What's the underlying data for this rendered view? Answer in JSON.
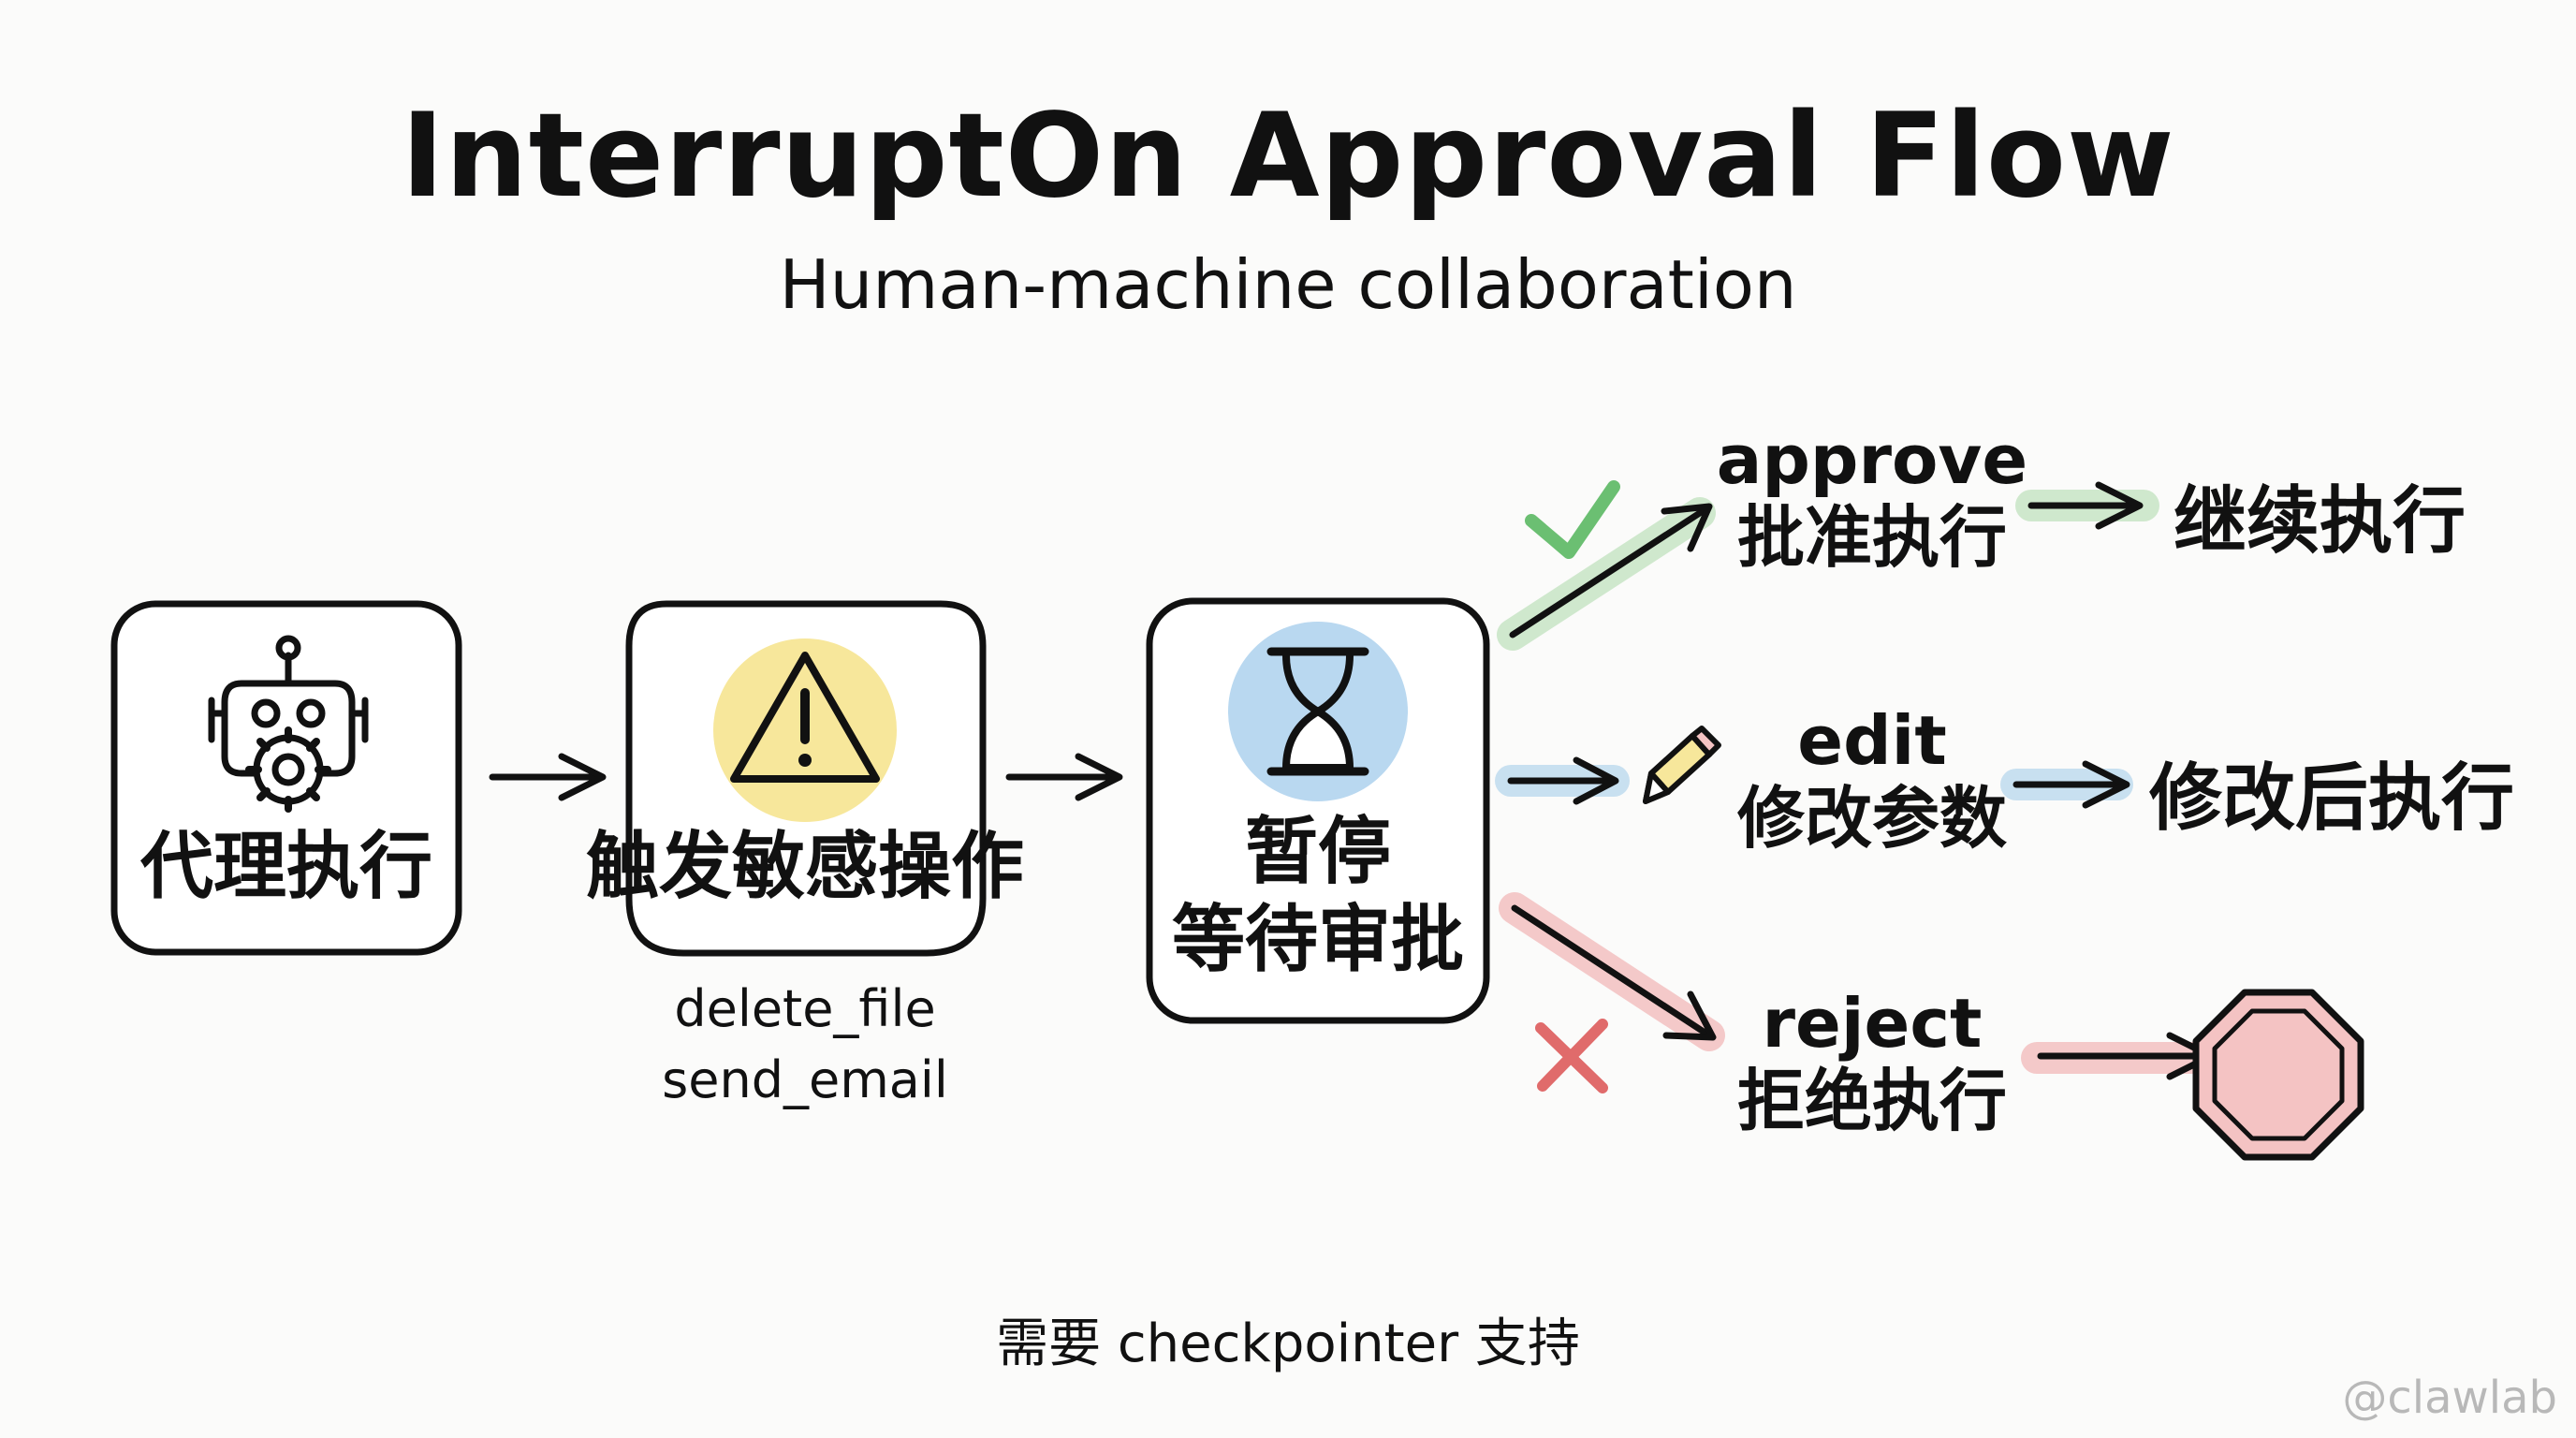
{
  "title": "InterruptOn Approval Flow",
  "subtitle": "Human-machine collaboration",
  "nodes": {
    "agent": {
      "label": "代理执行",
      "icon": "robot-gear-icon"
    },
    "trigger": {
      "label": "触发敏感操作",
      "icon": "warning-icon",
      "operations": [
        "delete_file",
        "send_email"
      ]
    },
    "pause": {
      "label_line1": "暂停",
      "label_line2": "等待审批",
      "icon": "hourglass-icon"
    }
  },
  "branches": {
    "approve": {
      "en": "approve",
      "cn": "批准执行",
      "result": "继续执行",
      "icon": "checkmark-icon",
      "color": "#6bbf72",
      "highlight": "#cfe8cd"
    },
    "edit": {
      "en": "edit",
      "cn": "修改参数",
      "result": "修改后执行",
      "icon": "pencil-icon",
      "color": "#8cc1e4",
      "highlight": "#c8e0f0"
    },
    "reject": {
      "en": "reject",
      "cn": "拒绝执行",
      "icon": "x-icon",
      "result_icon": "stop-sign-icon",
      "color": "#e06b6b",
      "highlight": "#f4c9c9"
    }
  },
  "footer": "需要 checkpointer 支持",
  "watermark": "@clawlab",
  "colors": {
    "warning": "#f7e79b",
    "hourglass": "#b9d8f0",
    "stop": "#f4c3c3"
  }
}
